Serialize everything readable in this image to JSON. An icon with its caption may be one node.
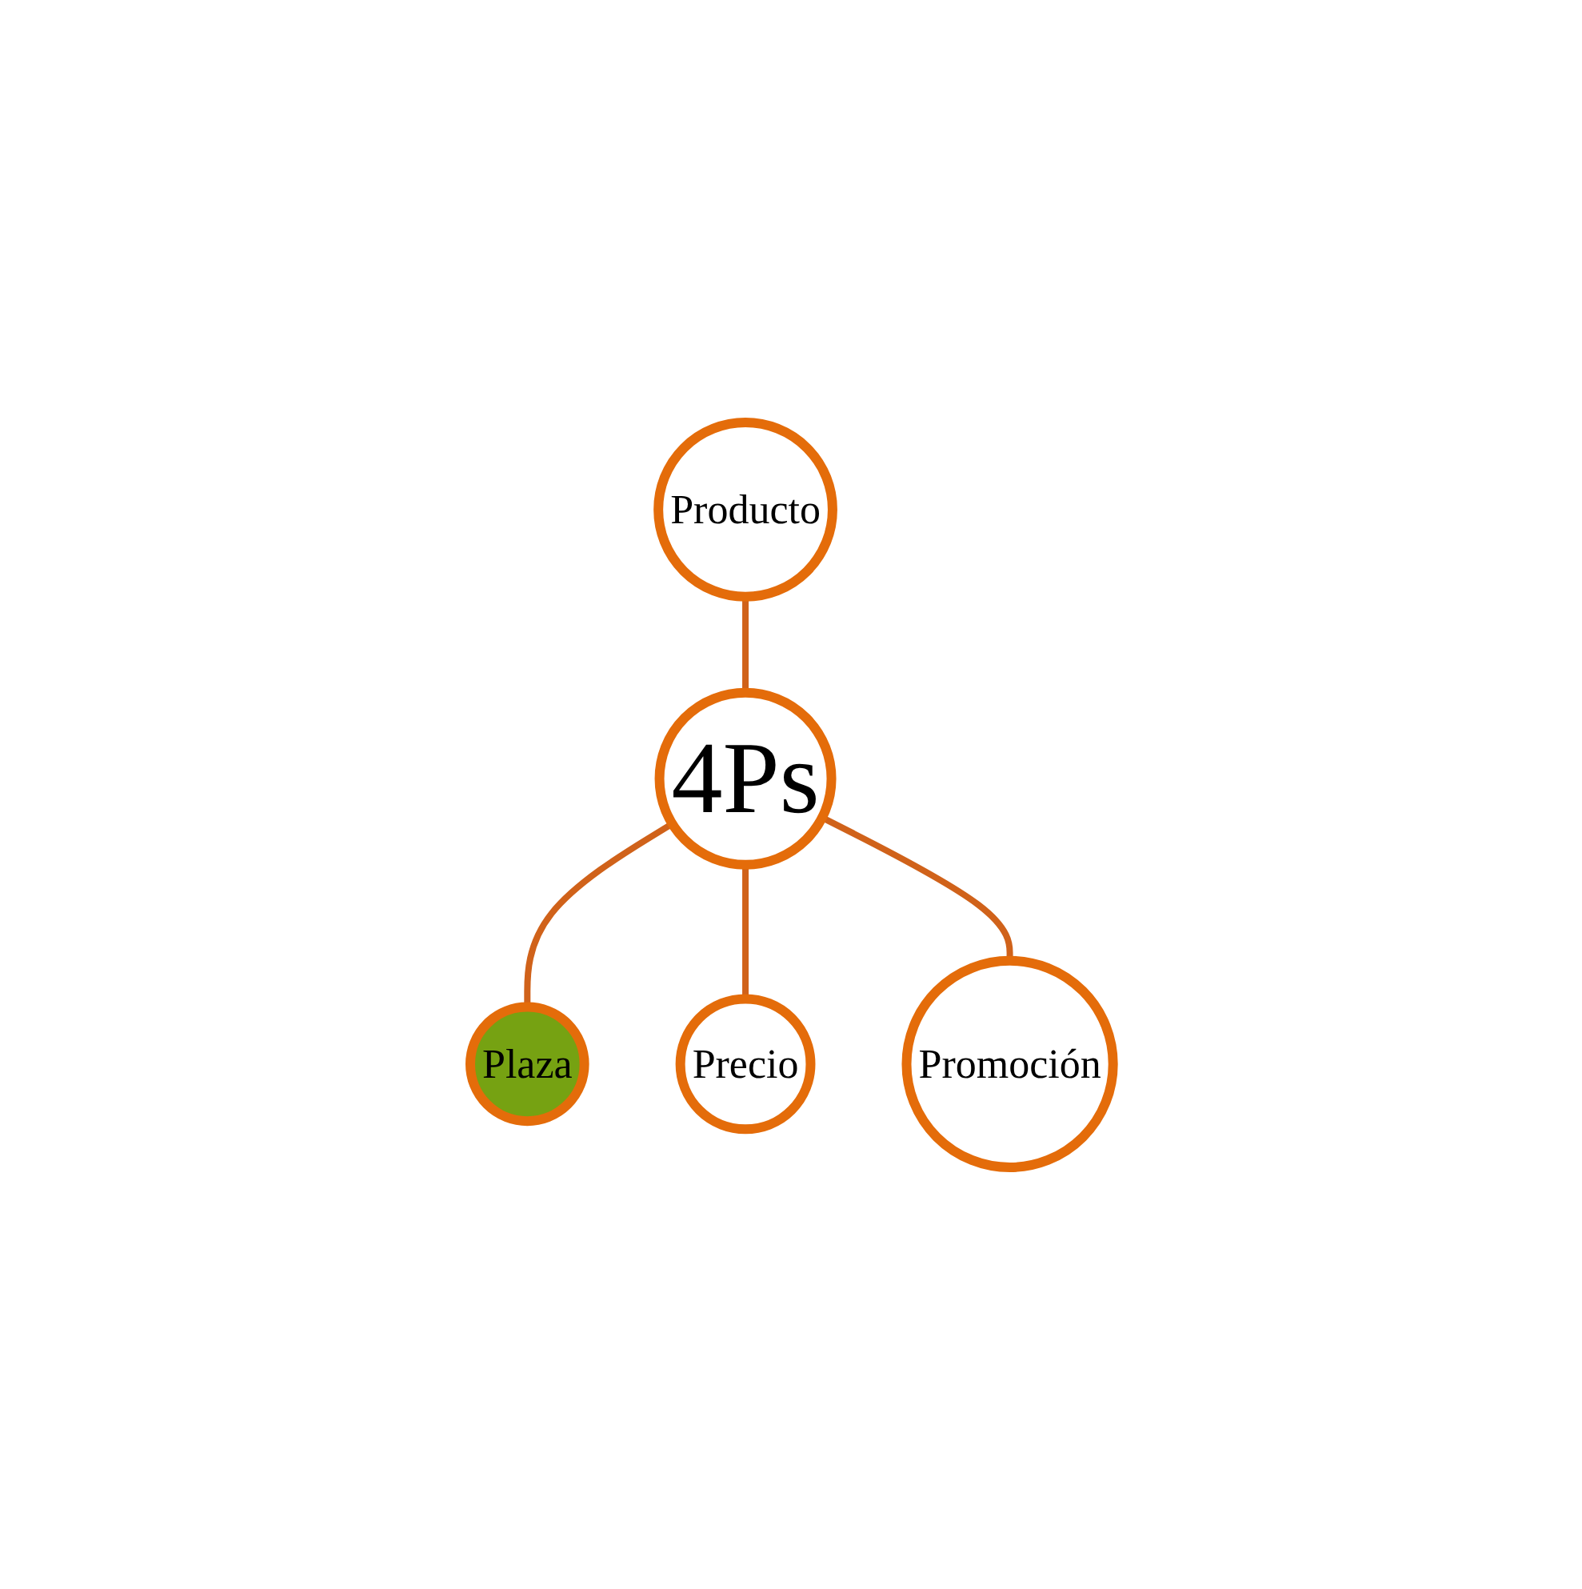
{
  "diagram": {
    "nodes": [
      {
        "text": [
          "Producto"
        ]
      },
      {
        "text": [
          "Plaza"
        ]
      },
      {
        "text": [
          "4Ps"
        ]
      },
      {
        "text": [
          "Precio"
        ]
      },
      {
        "text": [
          "Promoción"
        ]
      }
    ],
    "edges": [
      {
        "from": 0,
        "to": 2,
        "arrow": "none"
      },
      {
        "from": 2,
        "to": 1,
        "arrow": "none"
      },
      {
        "from": 2,
        "to": 3,
        "arrow": "none"
      },
      {
        "from": 2,
        "to": 4,
        "arrow": "none"
      }
    ]
  }
}
